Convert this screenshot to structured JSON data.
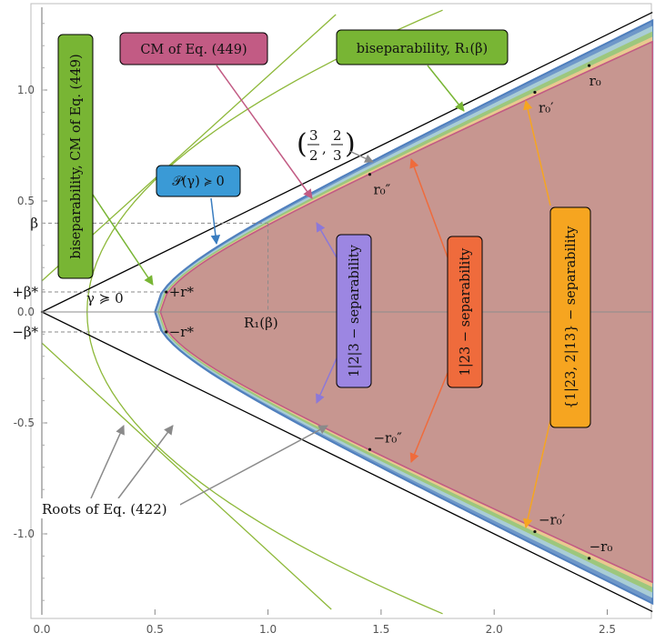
{
  "chart_data": {
    "type": "area",
    "title": "",
    "xlabel": "",
    "ylabel": "",
    "xlim": [
      -0.02,
      2.72
    ],
    "ylim": [
      -1.4,
      1.38
    ],
    "x_ticks": [
      {
        "v": 0.0,
        "label": "0.0"
      },
      {
        "v": 0.5,
        "label": "0.5"
      },
      {
        "v": 1.0,
        "label": "1.0"
      },
      {
        "v": 1.5,
        "label": "1.5"
      },
      {
        "v": 2.0,
        "label": "2.0"
      },
      {
        "v": 2.5,
        "label": "2.5"
      }
    ],
    "y_ticks": [
      {
        "v": 1.0,
        "label": "1.0"
      },
      {
        "v": 0.5,
        "label": "0.5"
      },
      {
        "v": 0.0,
        "label": "0.0"
      },
      {
        "v": -0.5,
        "label": "-0.5"
      },
      {
        "v": -1.0,
        "label": "-1.0"
      }
    ],
    "y_markers": [
      {
        "v": 0.4,
        "label": "β"
      },
      {
        "v": 0.09,
        "label": "+β*"
      },
      {
        "v": -0.09,
        "label": "−β*"
      }
    ],
    "params": {
      "beta": 0.4,
      "R1_beta": 1.0,
      "beta_star": 0.09,
      "r_star_x": 0.55,
      "vertex_x": 0.5
    },
    "cone_slope": 0.5,
    "nested_regions": [
      {
        "name": "",
        "color": "#6e97c9",
        "outer_slope": 0.495
      },
      {
        "name": "",
        "color": "#a9cdd6",
        "outer_slope": 0.486
      },
      {
        "name": "",
        "color": "#9dc77d",
        "outer_slope": 0.477
      },
      {
        "name": "",
        "color": "#e9c98f",
        "outer_slope": 0.468
      },
      {
        "name": "",
        "color": "#c79690",
        "outer_slope": 0.46
      }
    ],
    "points": [
      {
        "label": "r₀",
        "x": 2.42,
        "y": 1.11
      },
      {
        "label": "r₀′",
        "x": 2.18,
        "y": 0.99
      },
      {
        "label": "r₀″",
        "x": 1.45,
        "y": 0.62
      },
      {
        "label": "−r₀",
        "x": 2.42,
        "y": -1.11
      },
      {
        "label": "−r₀′",
        "x": 2.18,
        "y": -0.99
      },
      {
        "label": "−r₀″",
        "x": 1.45,
        "y": -0.62
      },
      {
        "label": "+r*",
        "x": 0.55,
        "y": 0.09
      },
      {
        "label": "−r*",
        "x": 0.55,
        "y": -0.09
      }
    ],
    "annotations": {
      "gamma_ge_0": "γ ≽ 0",
      "R1_beta": "R₁(β)",
      "frac_point": {
        "num1": "3",
        "den1": "2",
        "num2": "2",
        "den2": "3"
      },
      "roots": "Roots of Eq. (422)"
    },
    "callouts": [
      {
        "text": "CM of Eq. (449)",
        "color": "#c25b84"
      },
      {
        "text": "biseparability,  R₁(β)",
        "color": "#78b534"
      },
      {
        "text": "biseparability,  CM of Eq. (449)",
        "color": "#78b534",
        "rotated": true
      },
      {
        "text": "𝒫(γ) ≽ 0",
        "color": "#3a9ad6"
      },
      {
        "text": "1|2|3 − separability",
        "color": "#9c86e2",
        "rotated": true
      },
      {
        "text": "1|23 − separability",
        "color": "#ef6b3c",
        "rotated": true
      },
      {
        "text": "{1|23, 2|13} − separability",
        "color": "#f6a520",
        "rotated": true
      }
    ]
  }
}
